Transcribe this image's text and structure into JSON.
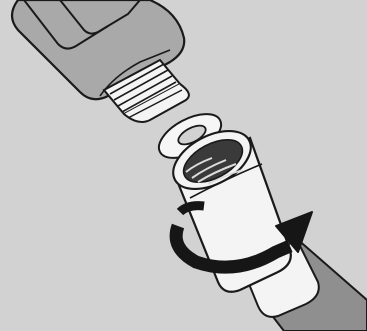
{
  "diagram": {
    "kind": "installation-illustration",
    "parts": [
      "shower-head-handle",
      "threaded-connector",
      "rubber-washer",
      "hose-nut",
      "hose"
    ],
    "action": "rotate-nut-to-tighten",
    "colors": {
      "background": "#d2d2d2",
      "handle": "#a9a9a9",
      "metal": "#f4f4f4",
      "outline": "#1a1a1a",
      "hose": "#8f8f8f",
      "arrow": "#161616"
    }
  }
}
